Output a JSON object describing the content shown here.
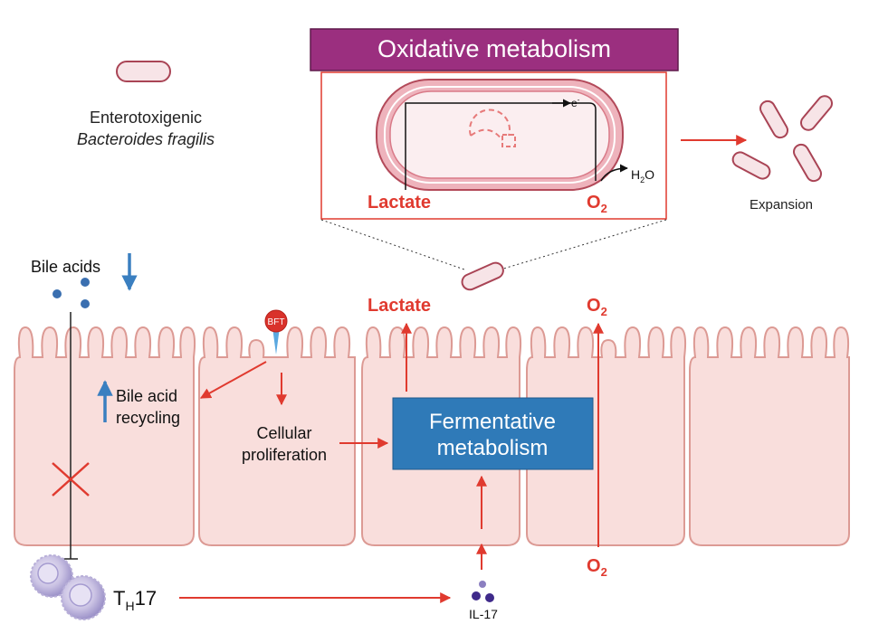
{
  "colors": {
    "red_arrow": "#e03a2f",
    "blue_arrow": "#3a7fc0",
    "cell_fill": "#f9dedc",
    "cell_stroke": "#dc9a94",
    "banner": "#9b2f7f",
    "fermentative_box": "#2f7ab8",
    "bacterium_outline": "#b34a5a"
  },
  "banner": {
    "title": "Oxidative metabolism"
  },
  "legend": {
    "line1": "Enterotoxigenic",
    "line2": "Bacteroides fragilis"
  },
  "inset": {
    "electron": "e",
    "electron_sup": "-",
    "lactate": "Lactate",
    "o2_main": "O",
    "o2_sub": "2",
    "water_h": "H",
    "water_sub": "2",
    "water_o": "O"
  },
  "expansion": {
    "label": "Expansion"
  },
  "bile": {
    "label": "Bile acids",
    "recycling_line1": "Bile acid",
    "recycling_line2": "recycling"
  },
  "toxin": {
    "label": "BFT"
  },
  "proliferation": {
    "line1": "Cellular",
    "line2": "proliferation"
  },
  "lumen": {
    "lactate": "Lactate",
    "o2_main": "O",
    "o2_sub": "2"
  },
  "fermentative": {
    "line1": "Fermentative",
    "line2": "metabolism"
  },
  "basal_o2": {
    "main": "O",
    "sub": "2"
  },
  "th17": {
    "t": "T",
    "sub": "H",
    "num": "17"
  },
  "il17": {
    "label": "IL-17"
  }
}
